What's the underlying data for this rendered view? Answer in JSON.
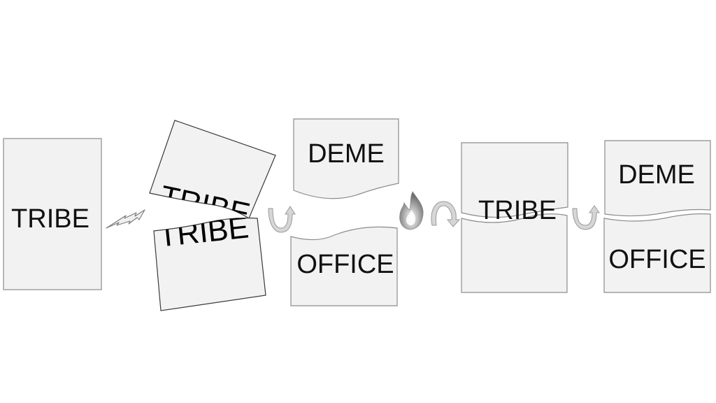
{
  "colors": {
    "background": "#ffffff",
    "paper_fill": "#f2f2f2",
    "paper_stroke": "#8c8c8c",
    "torn_stroke": "#3a3a3a",
    "arrow_fill": "#d6d6d6",
    "arrow_stroke": "#9a9a9a",
    "text": "#111111"
  },
  "icons": {
    "lightning": "lightning-bolt-icon",
    "flame": "flame-icon",
    "arrows": "curved-arrow-icon"
  },
  "steps": {
    "tribe_intact": {
      "label": "TRIBE"
    },
    "tribe_split": {
      "label": "TRIBE"
    },
    "deme_office": {
      "top_label": "DEME",
      "bottom_label": "OFFICE"
    },
    "tribe_fused": {
      "label": "TRIBE"
    },
    "deme_office_split": {
      "top_label": "DEME",
      "bottom_label": "OFFICE"
    }
  }
}
